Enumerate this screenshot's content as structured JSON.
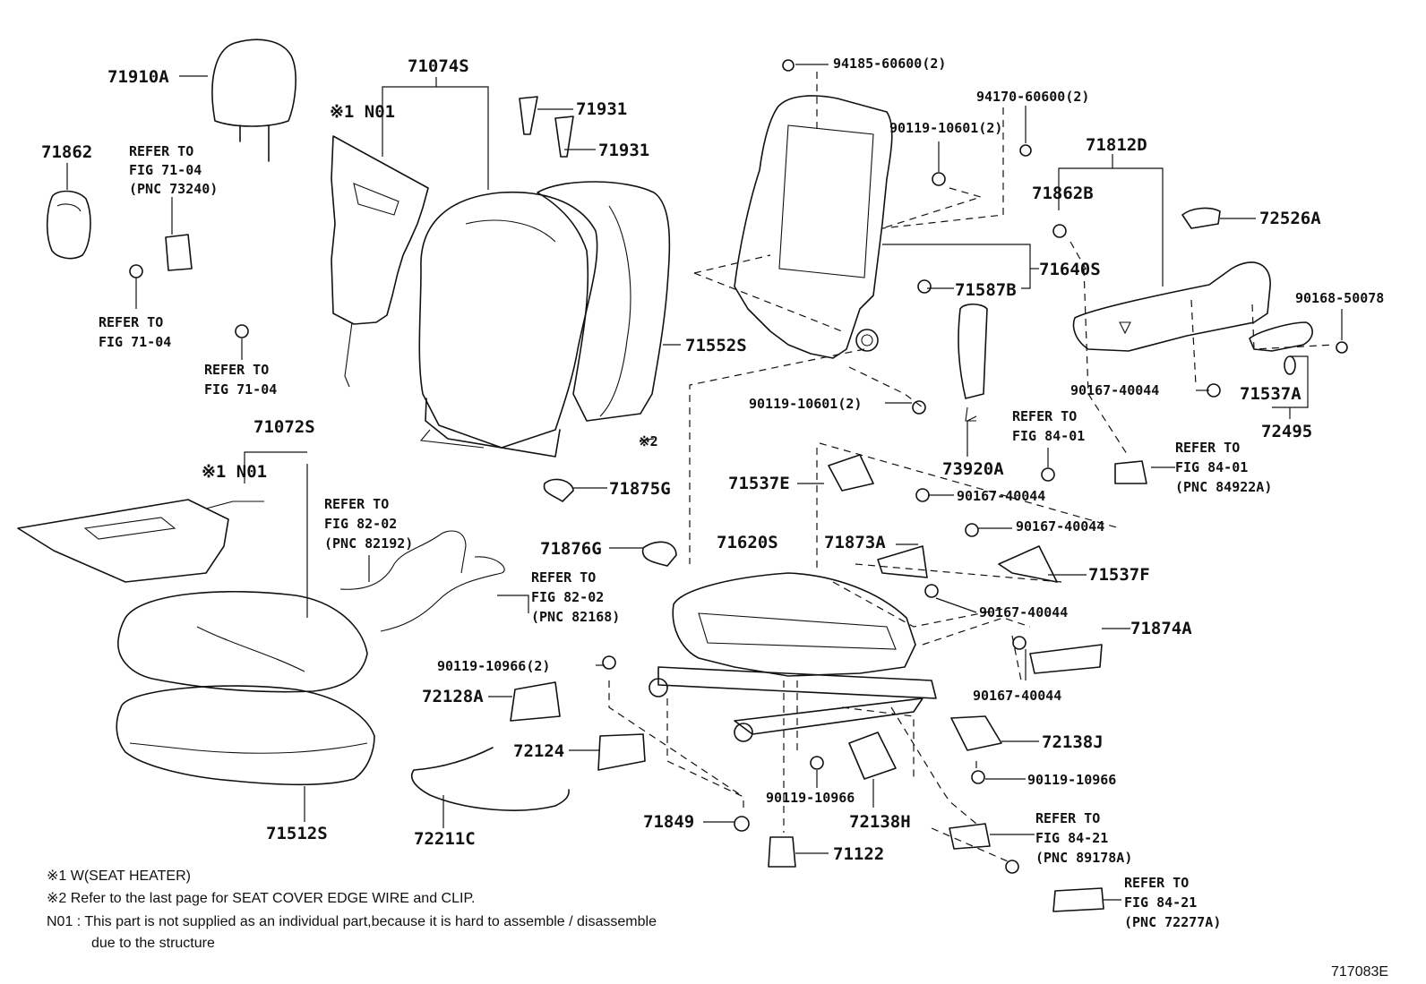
{
  "labels": {
    "p71910A": "71910A",
    "p71862": "71862",
    "p71074S": "71074S",
    "note1_n01_top": "※1 N01",
    "p71931_a": "71931",
    "p71931_b": "71931",
    "ref_71_04_top": [
      "REFER TO",
      "FIG 71-04",
      "(PNC 73240)"
    ],
    "ref_71_04_left": [
      "REFER TO",
      "FIG 71-04"
    ],
    "ref_71_04_mid": [
      "REFER TO",
      "FIG 71-04"
    ],
    "p71552S": "71552S",
    "p2_mark": "※2",
    "p94185": "94185-60600(2)",
    "p94170": "94170-60600(2)",
    "p90119_10601_top": "90119-10601(2)",
    "p90119_10601_mid": "90119-10601(2)",
    "p71640S": "71640S",
    "p71587B": "71587B",
    "p71812D": "71812D",
    "p71862B": "71862B",
    "p72526A": "72526A",
    "p90168": "90168-50078",
    "p90167_r": "90167-40044",
    "p71537A": "71537A",
    "p72495": "72495",
    "p73920A": "73920A",
    "ref_84_01_a": [
      "REFER TO",
      "FIG 84-01"
    ],
    "ref_84_01_b": [
      "REFER TO",
      "FIG 84-01",
      "(PNC 84922A)"
    ],
    "p71072S": "71072S",
    "note1_n01_bottom": "※1 N01",
    "p71537E": "71537E",
    "p90167_a": "90167-40044",
    "p71875G": "71875G",
    "p90167_b": "90167-40044",
    "ref_82_02_a": [
      "REFER TO",
      "FIG 82-02",
      "(PNC 82192)"
    ],
    "p71876G": "71876G",
    "p71620S": "71620S",
    "p71873A": "71873A",
    "p71537F": "71537F",
    "ref_82_02_b": [
      "REFER TO",
      "FIG 82-02",
      "(PNC 82168)"
    ],
    "p90167_c": "90167-40044",
    "p71874A": "71874A",
    "p90119_10966_2": "90119-10966(2)",
    "p90167_d": "90167-40044",
    "p72128A": "72128A",
    "p72138J": "72138J",
    "p72124": "72124",
    "p90119_10966_r": "90119-10966",
    "p90119_10966_c": "90119-10966",
    "p71512S": "71512S",
    "p72211C": "72211C",
    "p71849": "71849",
    "p72138H": "72138H",
    "ref_84_21_a": [
      "REFER TO",
      "FIG 84-21",
      "(PNC 89178A)"
    ],
    "p71122": "71122",
    "ref_84_21_b": [
      "REFER TO",
      "FIG 84-21",
      "(PNC 72277A)"
    ]
  },
  "notes": [
    "※1  W(SEAT  HEATER)",
    "※2  Refer to the last page for SEAT COVER EDGE WIRE and CLIP.",
    "N01 : This part is not supplied as an individual part,because it is hard to assemble / disassemble",
    "due to the structure"
  ],
  "figure_id": "717083E"
}
